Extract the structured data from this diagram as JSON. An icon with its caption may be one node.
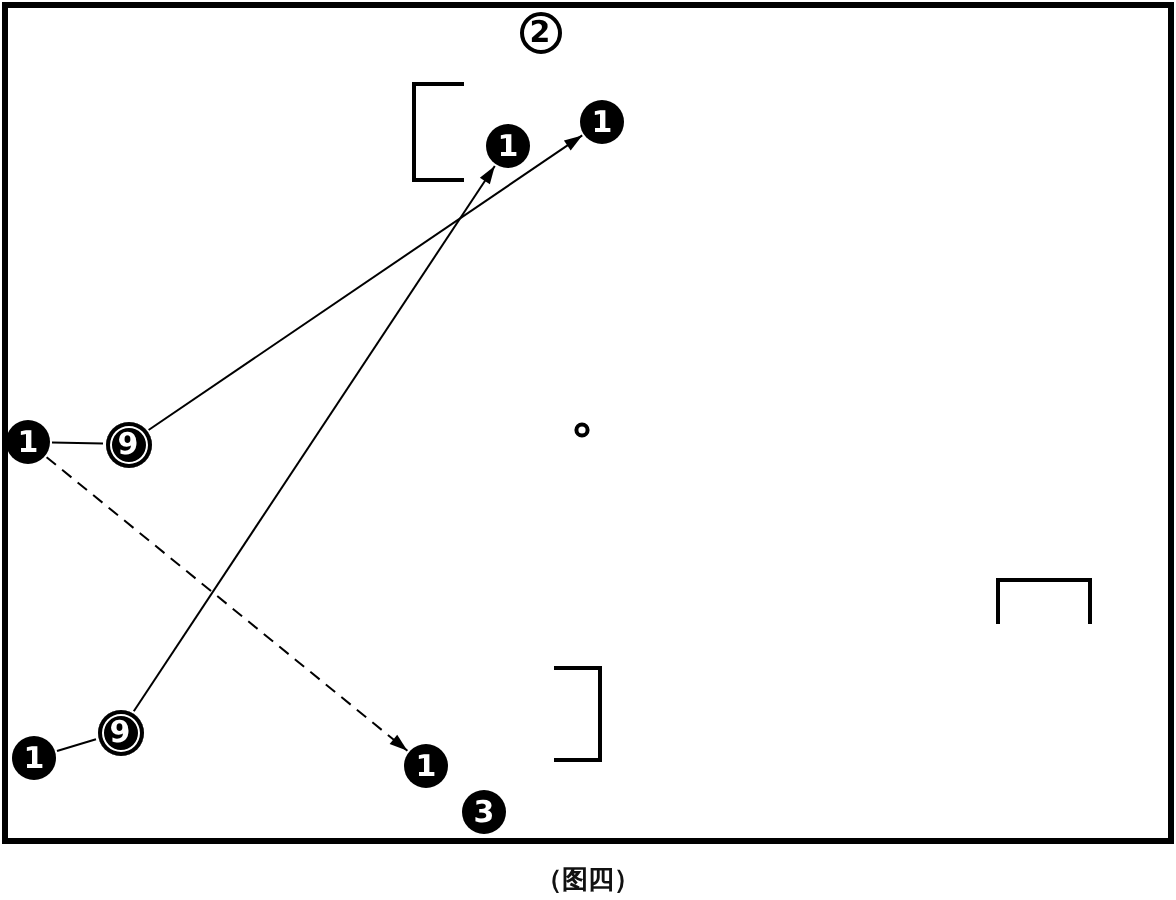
{
  "diagram": {
    "caption": "（图四）",
    "nodes": [
      {
        "text": [
          "2"
        ]
      },
      {
        "text": [
          "1"
        ]
      },
      {
        "text": [
          "1"
        ]
      },
      {
        "text": [
          "1"
        ]
      },
      {
        "text": [
          "9"
        ]
      },
      {
        "text": [
          "9"
        ]
      },
      {
        "text": [
          "1"
        ]
      },
      {
        "text": [
          "1"
        ]
      },
      {
        "text": [
          "3"
        ]
      }
    ],
    "edges": [
      {
        "from": 3,
        "to": 4,
        "arrow": "none"
      },
      {
        "from": 4,
        "to": 1,
        "arrow": "to"
      },
      {
        "from": 3,
        "to": 7,
        "arrow": "to",
        "style": "dashed"
      },
      {
        "from": 6,
        "to": 5,
        "arrow": "none"
      },
      {
        "from": 5,
        "to": 2,
        "arrow": "to"
      }
    ]
  }
}
